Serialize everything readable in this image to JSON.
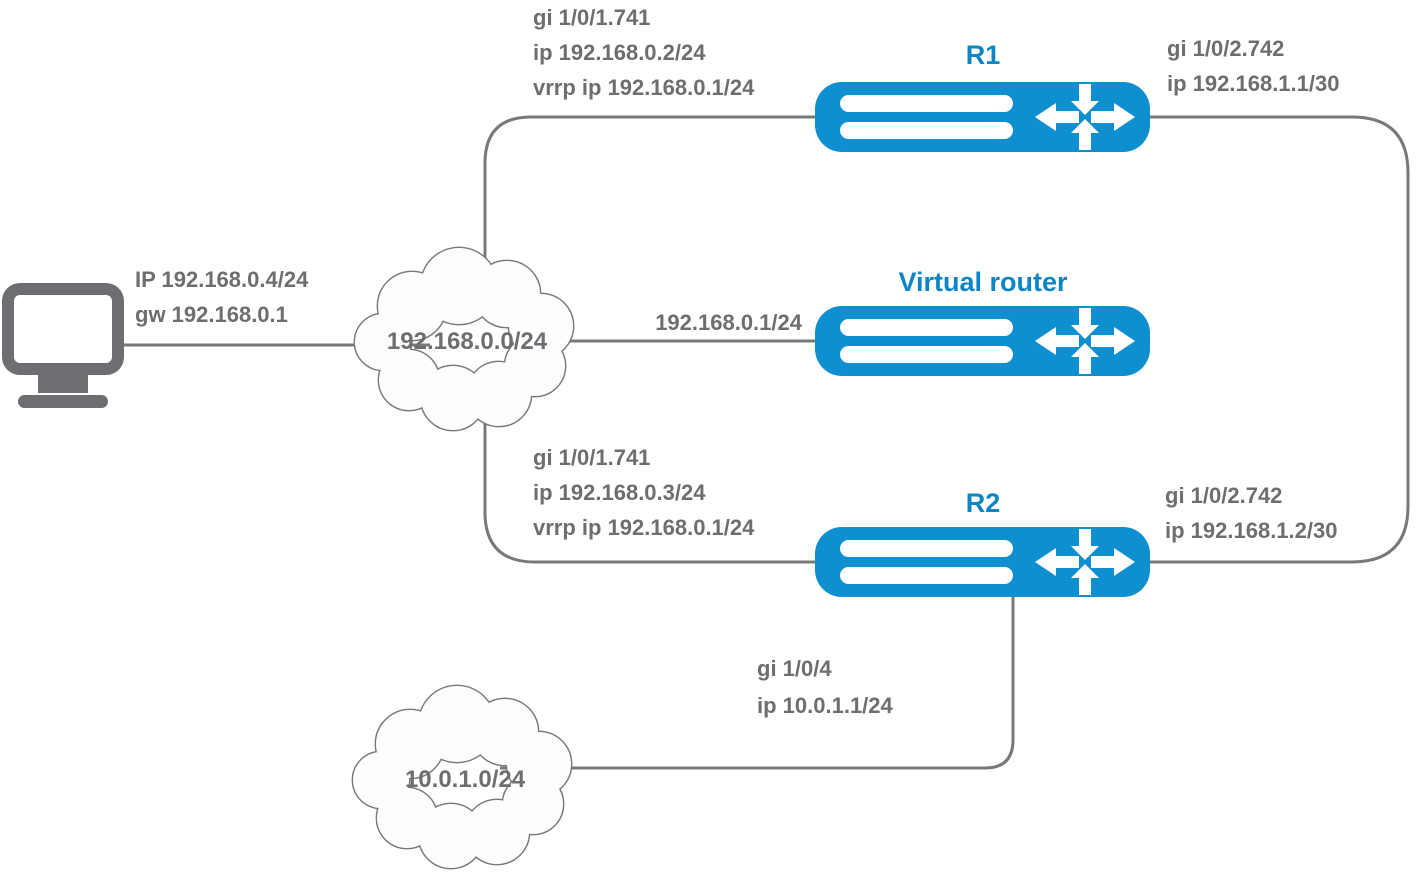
{
  "colors": {
    "router_blue": "#0E8FD0",
    "name_blue": "#0C85C7",
    "text_gray": "#6D6E71",
    "line_gray": "#77787A",
    "cloud_fill": "#FDFDFD",
    "background": "#FFFFFF"
  },
  "icons": {
    "pc": "desktop-monitor-icon",
    "router": "router-cross-arrows-icon",
    "cloud": "network-cloud-icon"
  },
  "pc": {
    "ip_label": "IP 192.168.0.4/24",
    "gw_label": "gw 192.168.0.1"
  },
  "clouds": {
    "lan": {
      "label": "192.168.0.0/24"
    },
    "wan": {
      "label": "10.0.1.0/24"
    }
  },
  "routers": {
    "r1": {
      "name": "R1",
      "left": [
        "gi 1/0/1.741",
        "ip 192.168.0.2/24",
        "vrrp ip 192.168.0.1/24"
      ],
      "right": [
        "gi 1/0/2.742",
        "ip 192.168.1.1/30"
      ]
    },
    "virtual": {
      "name": "Virtual router",
      "link_label": "192.168.0.1/24"
    },
    "r2": {
      "name": "R2",
      "left": [
        "gi 1/0/1.741",
        "ip 192.168.0.3/24",
        "vrrp ip 192.168.0.1/24"
      ],
      "right": [
        "gi 1/0/2.742",
        "ip 192.168.1.2/30"
      ],
      "bottom": [
        "gi 1/0/4",
        "ip 10.0.1.1/24"
      ]
    }
  }
}
